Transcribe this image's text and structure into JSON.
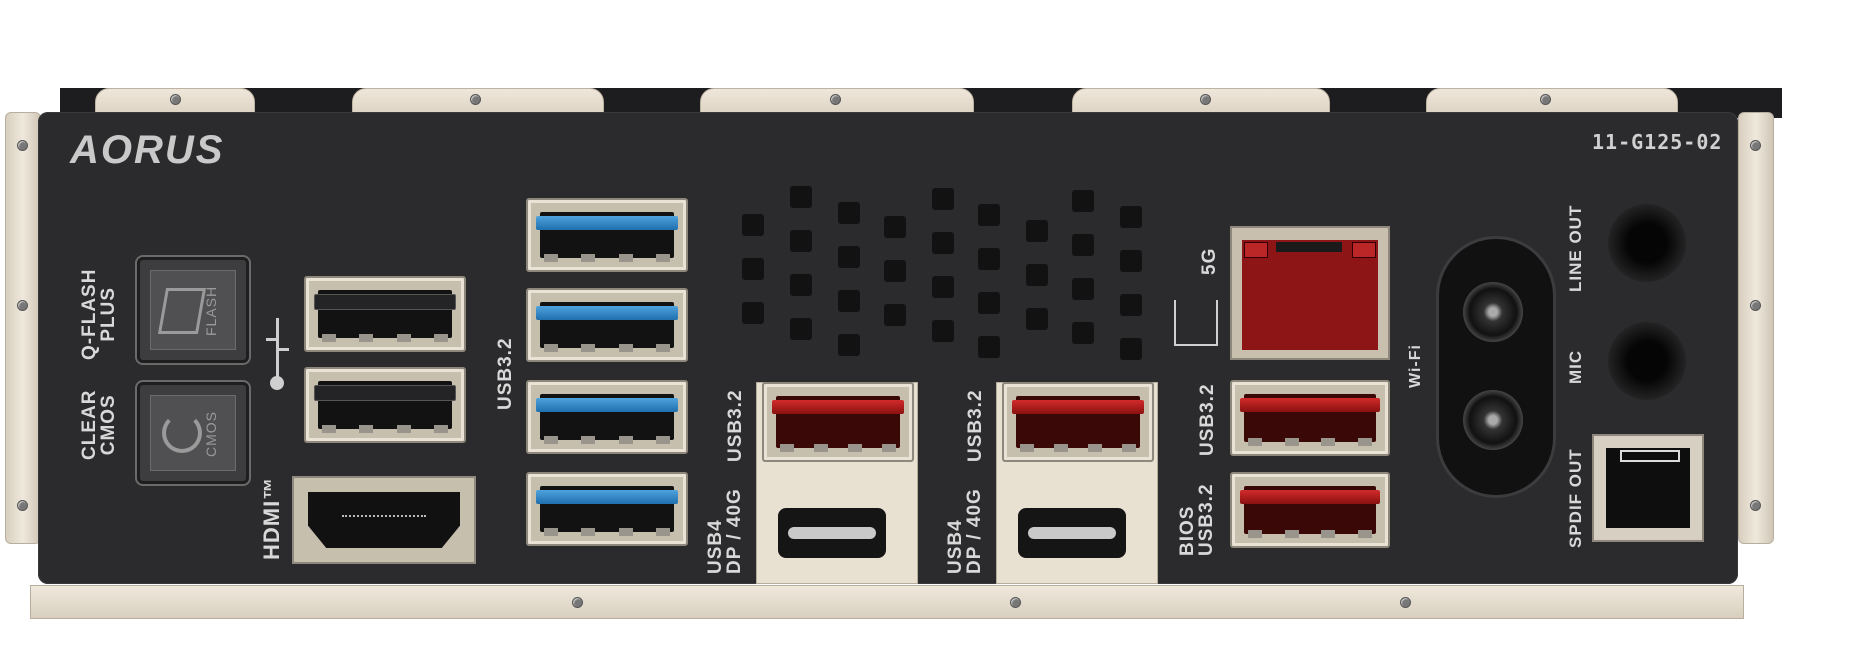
{
  "brand": {
    "logo": "AORUS",
    "model": "11-G125-02"
  },
  "buttons": {
    "qflash": {
      "label": "Q-FLASH\nPLUS",
      "face": "FLASH"
    },
    "cmos": {
      "label": "CLEAR\nCMOS",
      "face": "CMOS"
    }
  },
  "labels": {
    "usb32_left": "USB3.2",
    "hdmi": "HDMI™",
    "usb4_1": "USB4\nDP / 40G",
    "usb4_1_top": "USB3.2",
    "usb4_2": "USB4\nDP / 40G",
    "usb4_2_top": "USB3.2",
    "lan": "5G",
    "usb32_right1": "USB3.2",
    "usb32_right2": "BIOS\nUSB3.2",
    "wifi": "Wi-Fi",
    "line_out": "LINE OUT",
    "mic": "MIC",
    "spdif": "SPDIF OUT"
  },
  "icons": {
    "usb_symbol": "usb-icon",
    "network_symbol": "network-icon",
    "flash_symbol": "flash-icon",
    "cmos_symbol": "refresh-icon"
  },
  "colors": {
    "panel": "#2b2b2d",
    "usb_blue": "#2f86c6",
    "usb_red": "#c21f1f",
    "frame_metal": "#e5ddcf"
  }
}
